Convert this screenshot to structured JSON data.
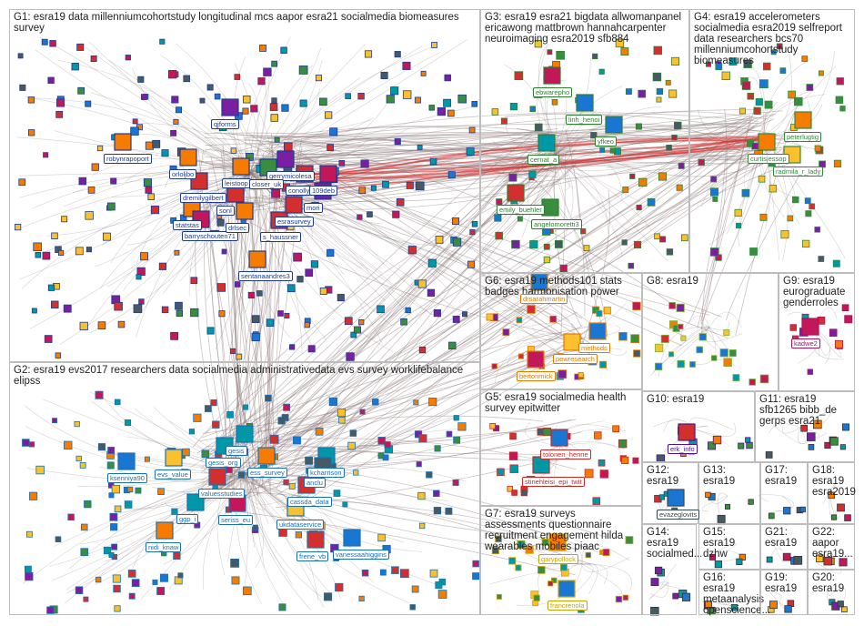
{
  "groups": [
    {
      "id": "G1",
      "title": "G1: esra19 data millenniumcohortstudy longitudinal mcs aapor esra21 socialmedia biomeasures survey",
      "color": "#1f3b8f",
      "labels": [
        {
          "text": "robynrapoport"
        },
        {
          "text": "qjforms"
        },
        {
          "text": "orloljbo"
        },
        {
          "text": "dremilygilbert"
        },
        {
          "text": "leistoop"
        },
        {
          "text": "gerrymicolesa"
        },
        {
          "text": "closer_uk"
        },
        {
          "text": "conolly"
        },
        {
          "text": "109deb"
        },
        {
          "text": "statstas"
        },
        {
          "text": "sonl"
        },
        {
          "text": "barryschouten71"
        },
        {
          "text": "drlsec"
        },
        {
          "text": "s_haussner"
        },
        {
          "text": "esrasurvey"
        },
        {
          "text": "mori"
        },
        {
          "text": "sentanaandres3"
        }
      ]
    },
    {
      "id": "G2",
      "title": "G2: esra19 evs2017 researchers data socialmedia administrativedata evs survey worklifebalance elipss",
      "color": "#1a6fb3",
      "labels": [
        {
          "text": "ksenniya90"
        },
        {
          "text": "evs_value"
        },
        {
          "text": "gesis_org"
        },
        {
          "text": "ess_survey"
        },
        {
          "text": "kcharrison"
        },
        {
          "text": "anclu"
        },
        {
          "text": "valuesstudies"
        },
        {
          "text": "gesis"
        },
        {
          "text": "cassda_data"
        },
        {
          "text": "ggp_i"
        },
        {
          "text": "seriss_eu"
        },
        {
          "text": "ukdataservice"
        },
        {
          "text": "nidi_knaw"
        },
        {
          "text": "frene_vb"
        },
        {
          "text": "vanessaahiggins"
        }
      ]
    },
    {
      "id": "G3",
      "title": "G3: esra19 esra21 bigdata allwomanpanel ericawong mattbrown hannahcarpenter neuroimaging esra2019 sfb884",
      "color": "#2e7d32",
      "labels": [
        {
          "text": "ebwarepho"
        },
        {
          "text": "linh_henoi"
        },
        {
          "text": "yfkeo"
        },
        {
          "text": "cernat_a"
        },
        {
          "text": "emily_buehler"
        },
        {
          "text": "angelomoretti3"
        }
      ]
    },
    {
      "id": "G4",
      "title": "G4: esra19 accelerometers socialmedia esra2019 selfreport data researchers bcs70 millenniumcohortstudy biomeasures",
      "color": "#2e8b3a",
      "labels": [
        {
          "text": "peterlugtig"
        },
        {
          "text": "curtisjessop"
        },
        {
          "text": "radmila_r_lady"
        }
      ]
    },
    {
      "id": "G5",
      "title": "G5: esra19 socialmedia health survey epitwitter",
      "color": "#c62828",
      "labels": [
        {
          "text": "tolonen_henne"
        },
        {
          "text": "stinehleisi_epi_twit"
        }
      ]
    },
    {
      "id": "G6",
      "title": "G6: esra19 methods101 stats badges harmonisation power",
      "color": "#e07b00",
      "labels": [
        {
          "text": "drsarahmartin"
        },
        {
          "text": "methods"
        },
        {
          "text": "pewresearch"
        },
        {
          "text": "bertonmick"
        }
      ]
    },
    {
      "id": "G7",
      "title": "G7: esra19 surveys assessments questionnaire recruitment engagement hilda wearables mobiles piaac",
      "color": "#c9a400",
      "labels": [
        {
          "text": "garypollock"
        },
        {
          "text": "francrenola"
        }
      ]
    },
    {
      "id": "G8",
      "title": "G8: esra19",
      "color": "#7cb342",
      "labels": []
    },
    {
      "id": "G9",
      "title": "G9: esra19 eurograduate genderroles",
      "color": "#ad1457",
      "labels": [
        {
          "text": "kadwe2"
        }
      ]
    },
    {
      "id": "G10",
      "title": "G10: esra19",
      "color": "#4a148c",
      "labels": [
        {
          "text": "erk_info"
        }
      ]
    },
    {
      "id": "G11",
      "title": "G11: esra19 sfb1265 bibb_de gerps esra21",
      "color": "#333",
      "labels": []
    },
    {
      "id": "G12",
      "title": "G12:\nesra19",
      "color": "#37474f",
      "labels": [
        {
          "text": "evazeglovits"
        }
      ]
    },
    {
      "id": "G13",
      "title": "G13: esra19",
      "color": "#333",
      "labels": []
    },
    {
      "id": "G14",
      "title": "G14:\nesra19\nsocialmed...",
      "color": "#333",
      "labels": []
    },
    {
      "id": "G15",
      "title": "G15: esra19\ndzhw",
      "color": "#333",
      "labels": []
    },
    {
      "id": "G16",
      "title": "G16: esra19\nmetaanalysis\nopenscience...",
      "color": "#333",
      "labels": []
    },
    {
      "id": "G17",
      "title": "G17:\nesra19",
      "color": "#333",
      "labels": []
    },
    {
      "id": "G18",
      "title": "G18:\nesra19\nesra2019",
      "color": "#333",
      "labels": []
    },
    {
      "id": "G19",
      "title": "G19:\nesra19",
      "color": "#333",
      "labels": []
    },
    {
      "id": "G20",
      "title": "G20:\nesra19",
      "color": "#333",
      "labels": []
    },
    {
      "id": "G21",
      "title": "G21:\nesra19",
      "color": "#333",
      "labels": []
    },
    {
      "id": "G22",
      "title": "G22:\naapor\nesra19...",
      "color": "#333",
      "labels": []
    }
  ],
  "colors": {
    "edge": "#8d7a7a",
    "edge_red": "#d32f2f",
    "panel_border": "#bdbdbd"
  }
}
